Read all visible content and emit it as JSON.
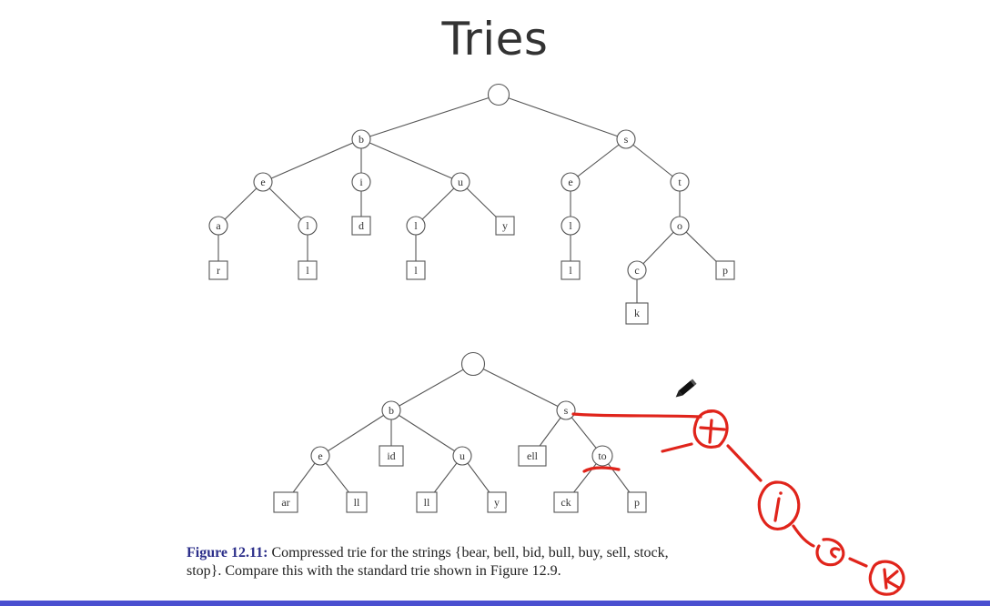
{
  "slide": {
    "title": "Tries"
  },
  "caption": {
    "figure_label": "Figure 12.11:",
    "line1": "Compressed trie for the strings {bear, bell, bid, bull, buy, sell, stock,",
    "line2": "stop}. Compare this with the standard trie shown in Figure 12.9."
  },
  "standard_trie": {
    "nodes": [
      "",
      "b",
      "s",
      "e",
      "i",
      "u",
      "e",
      "t",
      "a",
      "l",
      "d",
      "l",
      "y",
      "l",
      "o",
      "r",
      "l",
      "l",
      "l",
      "c",
      "p",
      "k"
    ]
  },
  "compressed_trie": {
    "nodes": [
      "",
      "b",
      "s",
      "e",
      "id",
      "u",
      "ell",
      "to",
      "ar",
      "ll",
      "ll",
      "y",
      "ck",
      "p"
    ]
  },
  "annotations": {
    "ink_color": "#e0241b",
    "handwritten_nodes": [
      "t",
      "i",
      "c",
      "k"
    ]
  },
  "colors": {
    "bottom_bar": "#4a4fd0",
    "figure_label": "#2c2f8a"
  }
}
